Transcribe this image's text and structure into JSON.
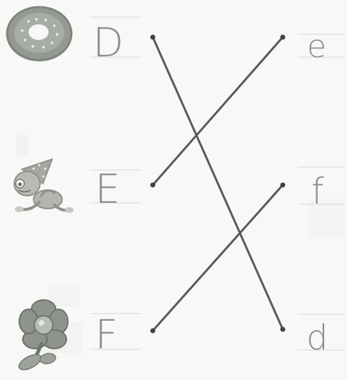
{
  "worksheet": {
    "left_letters": [
      "D",
      "E",
      "F"
    ],
    "right_letters": [
      "e",
      "f",
      "d"
    ],
    "pictures": [
      "donut-icon",
      "gnome-icon",
      "flower-icon"
    ]
  },
  "colors": {
    "background": "#f8f8f6",
    "line": "#555a55",
    "letter": "#8a8f8a",
    "guide": "#d7d9d6",
    "donut": "#8e948d",
    "gnome": "#a8aba6",
    "flower": "#8f958d"
  }
}
